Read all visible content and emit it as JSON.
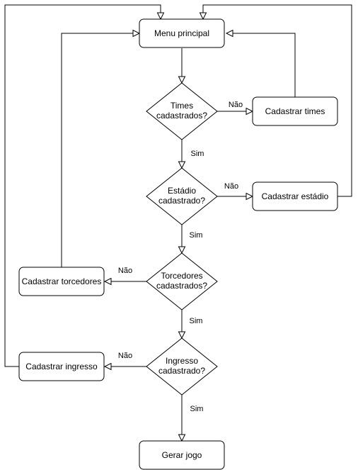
{
  "nodes": {
    "menu": {
      "label": "Menu principal"
    },
    "times_q": {
      "line1": "Times",
      "line2": "cadastrados?"
    },
    "cad_times": {
      "label": "Cadastrar times"
    },
    "estadio_q": {
      "line1": "Estádio",
      "line2": "cadastrado?"
    },
    "cad_estadio": {
      "label": "Cadastrar estádio"
    },
    "torc_q": {
      "line1": "Torcedores",
      "line2": "cadastrados?"
    },
    "cad_torc": {
      "label": "Cadastrar torcedores"
    },
    "ingresso_q": {
      "line1": "Ingresso",
      "line2": "cadastrado?"
    },
    "cad_ingresso": {
      "label": "Cadastrar ingresso"
    },
    "gerar": {
      "label": "Gerar jogo"
    }
  },
  "edges": {
    "times_nao": "Não",
    "times_sim": "Sim",
    "estadio_nao": "Não",
    "estadio_sim": "Sim",
    "torc_nao": "Não",
    "torc_sim": "Sim",
    "ingresso_nao": "Não",
    "ingresso_sim": "Sim"
  }
}
